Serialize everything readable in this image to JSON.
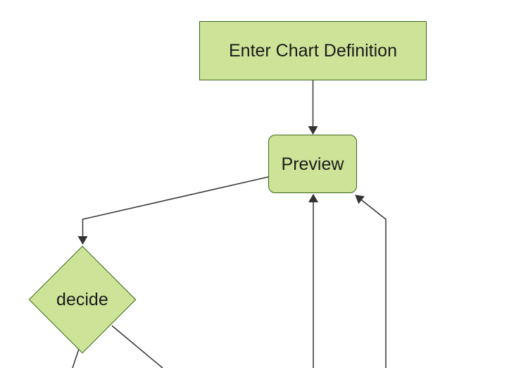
{
  "diagram": {
    "type": "flowchart",
    "orientation": "top-down",
    "nodes": {
      "enter_chart_definition": {
        "label": "Enter Chart Definition",
        "shape": "rectangle"
      },
      "preview": {
        "label": "Preview",
        "shape": "rounded-rectangle"
      },
      "decide": {
        "label": "decide",
        "shape": "diamond"
      }
    },
    "edges": [
      {
        "from": "enter_chart_definition",
        "to": "preview",
        "arrow": true
      },
      {
        "from": "preview",
        "to": "decide",
        "arrow": true
      },
      {
        "from": "offscreen-bottom-center",
        "to": "preview",
        "arrow": true
      },
      {
        "from": "offscreen-bottom-right",
        "to": "preview",
        "arrow": true
      },
      {
        "from": "decide",
        "to": "offscreen-bottom-left",
        "arrow": false
      },
      {
        "from": "decide",
        "to": "offscreen-bottom",
        "arrow": false
      }
    ]
  },
  "colors": {
    "background": "#ffffff",
    "node_fill": "#cde498",
    "node_border": "#3a651e",
    "edge_color": "#333333",
    "text_color": "#1b1b1b"
  }
}
